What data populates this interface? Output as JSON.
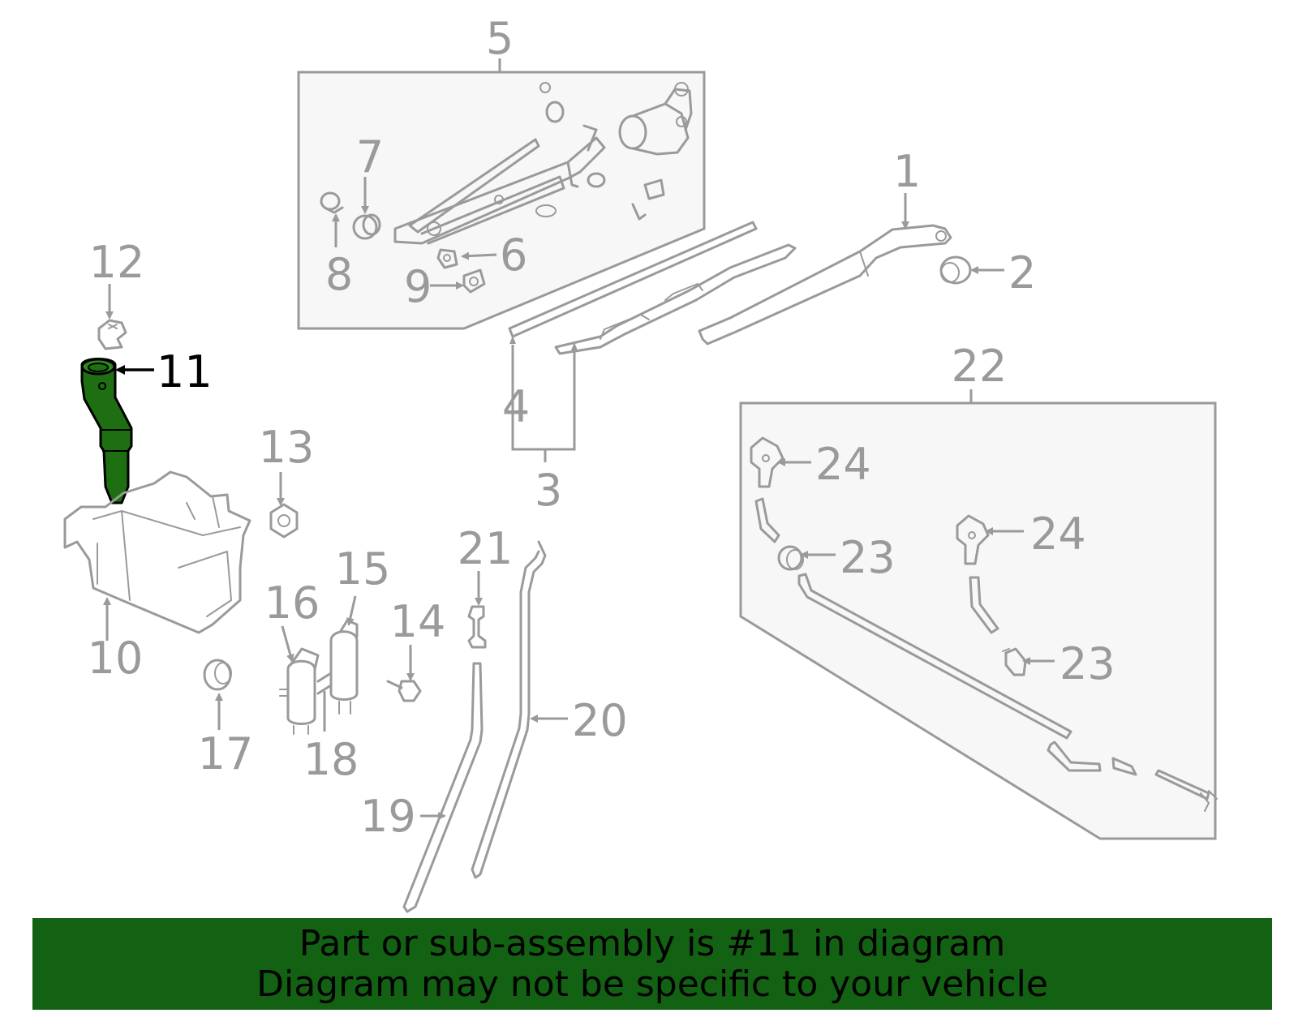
{
  "diagram": {
    "highlight_color": "#136112",
    "highlighted_part": "11",
    "labels": {
      "l1": "1",
      "l2": "2",
      "l3": "3",
      "l4": "4",
      "l5": "5",
      "l6": "6",
      "l7": "7",
      "l8": "8",
      "l9": "9",
      "l10": "10",
      "l11": "11",
      "l12": "12",
      "l13": "13",
      "l14": "14",
      "l15": "15",
      "l16": "16",
      "l17": "17",
      "l18": "18",
      "l19": "19",
      "l20": "20",
      "l21": "21",
      "l22": "22",
      "l23a": "23",
      "l23b": "23",
      "l24a": "24",
      "l24b": "24"
    }
  },
  "footer": {
    "line1": "Part or sub-assembly is #11 in diagram",
    "line2": "Diagram may not be specific to your vehicle"
  }
}
